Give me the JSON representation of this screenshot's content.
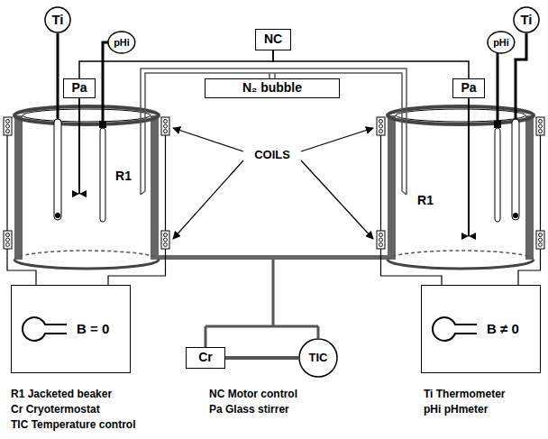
{
  "diagram": {
    "nodes": [
      {
        "text": [
          "Ti"
        ]
      },
      {
        "text": [
          "Ti"
        ]
      },
      {
        "text": [
          "pHi"
        ]
      },
      {
        "text": [
          "NC"
        ]
      },
      {
        "text": [
          "pHi"
        ]
      },
      {
        "text": [
          "Pa"
        ]
      },
      {
        "text": [
          "N₂ bubble"
        ]
      },
      {
        "text": [
          "Pa"
        ]
      },
      {
        "text": [
          "B = 0"
        ]
      },
      {
        "text": [
          "Cr"
        ]
      },
      {
        "text": [
          "TIC"
        ]
      },
      {
        "text": [
          "B ≠ 0"
        ]
      }
    ],
    "edges": [
      {
        "from": 3,
        "to": 5,
        "arrow": "none"
      },
      {
        "from": 3,
        "to": 7,
        "arrow": "none"
      },
      {
        "from": 9,
        "to": 10,
        "arrow": "none"
      }
    ],
    "labels": [
      "COILS",
      "R1",
      "R1",
      "R1 Jacketed beaker",
      "NC Motor control",
      "Ti Thermometer",
      "Cr Cryotermostat",
      "Pa Glass stirrer",
      "pHi pHmeter",
      "TIC Temperature control"
    ]
  }
}
